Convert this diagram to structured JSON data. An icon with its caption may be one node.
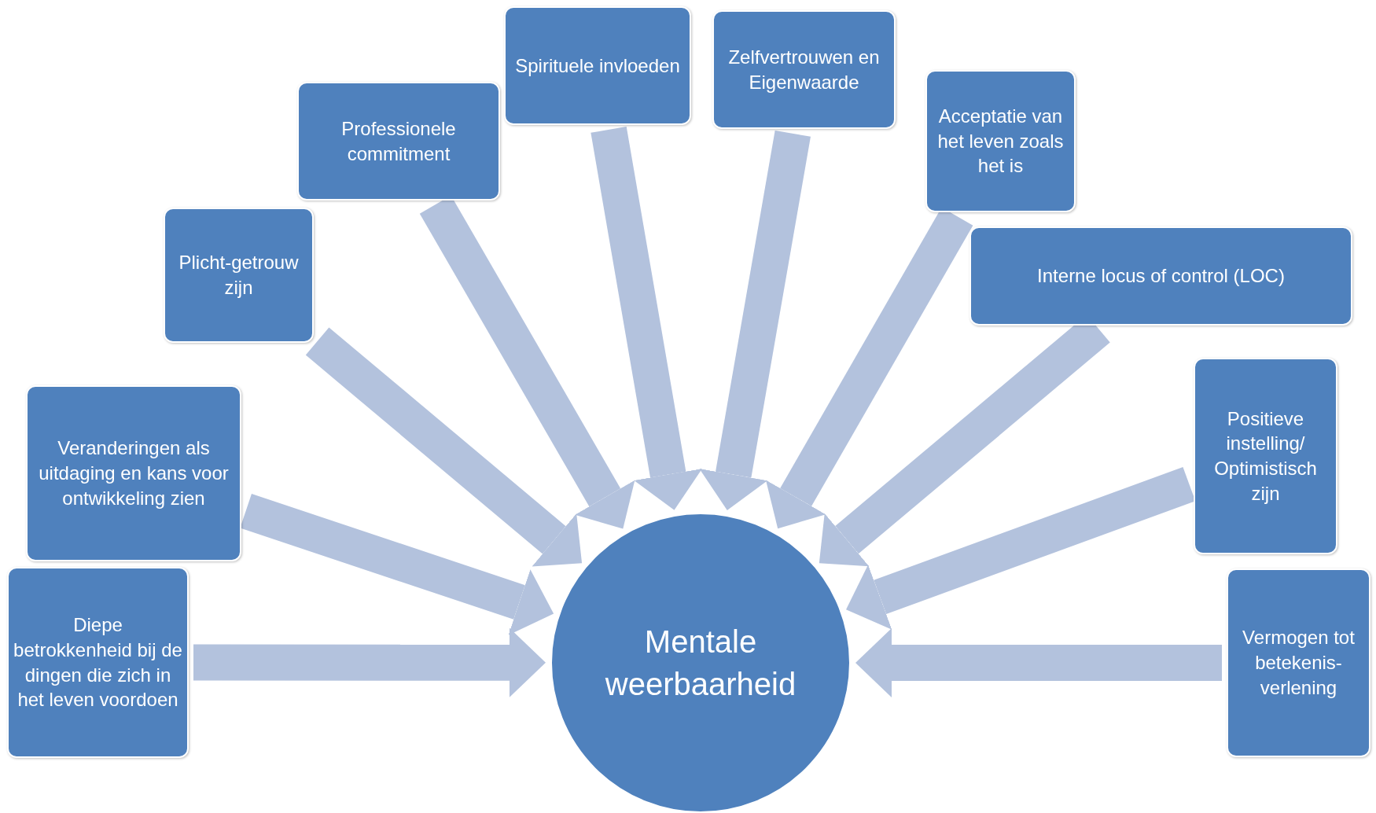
{
  "diagram": {
    "nodes": [
      {
        "text": [
          "Diepe betrokkenheid bij de dingen die zich in het leven voordoen"
        ]
      },
      {
        "text": [
          "Veranderingen als uitdaging en kans voor ontwikkeling zien"
        ]
      },
      {
        "text": [
          "Plicht-getrouw zijn"
        ]
      },
      {
        "text": [
          "Professionele commitment"
        ]
      },
      {
        "text": [
          "Spirituele invloeden"
        ]
      },
      {
        "text": [
          "Zelfvertrouwen en Eigenwaarde"
        ]
      },
      {
        "text": [
          "Acceptatie van het leven zoals het is"
        ]
      },
      {
        "text": [
          "Interne locus of control (LOC)"
        ]
      },
      {
        "text": [
          "Positieve instelling/ Optimistisch zijn"
        ]
      },
      {
        "text": [
          "Vermogen tot betekenis-verlening"
        ]
      },
      {
        "text": [
          "Mentale weerbaarheid"
        ]
      }
    ],
    "edges": [
      {
        "from": 0,
        "to": 10,
        "arrow": "to"
      },
      {
        "from": 1,
        "to": 10,
        "arrow": "to"
      },
      {
        "from": 2,
        "to": 10,
        "arrow": "to"
      },
      {
        "from": 3,
        "to": 10,
        "arrow": "to"
      },
      {
        "from": 4,
        "to": 10,
        "arrow": "to"
      },
      {
        "from": 5,
        "to": 10,
        "arrow": "to"
      },
      {
        "from": 6,
        "to": 10,
        "arrow": "to"
      },
      {
        "from": 7,
        "to": 10,
        "arrow": "to"
      },
      {
        "from": 8,
        "to": 10,
        "arrow": "to"
      },
      {
        "from": 9,
        "to": 10,
        "arrow": "to"
      }
    ]
  }
}
